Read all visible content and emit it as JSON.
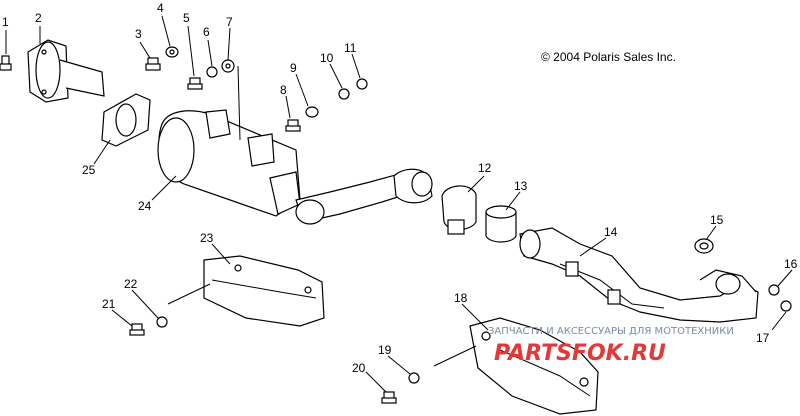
{
  "copyright": "© 2004 Polaris Sales Inc.",
  "watermark": {
    "caption": "ЗАПЧАСТИ И АКСЕССУАРЫ ДЛЯ МОТОТЕХНИКИ",
    "site": "PARTSFOK.RU"
  },
  "callouts": [
    "1",
    "2",
    "3",
    "4",
    "5",
    "6",
    "7",
    "8",
    "9",
    "10",
    "11",
    "12",
    "13",
    "14",
    "15",
    "16",
    "17",
    "18",
    "19",
    "20",
    "21",
    "22",
    "23",
    "24",
    "25"
  ]
}
